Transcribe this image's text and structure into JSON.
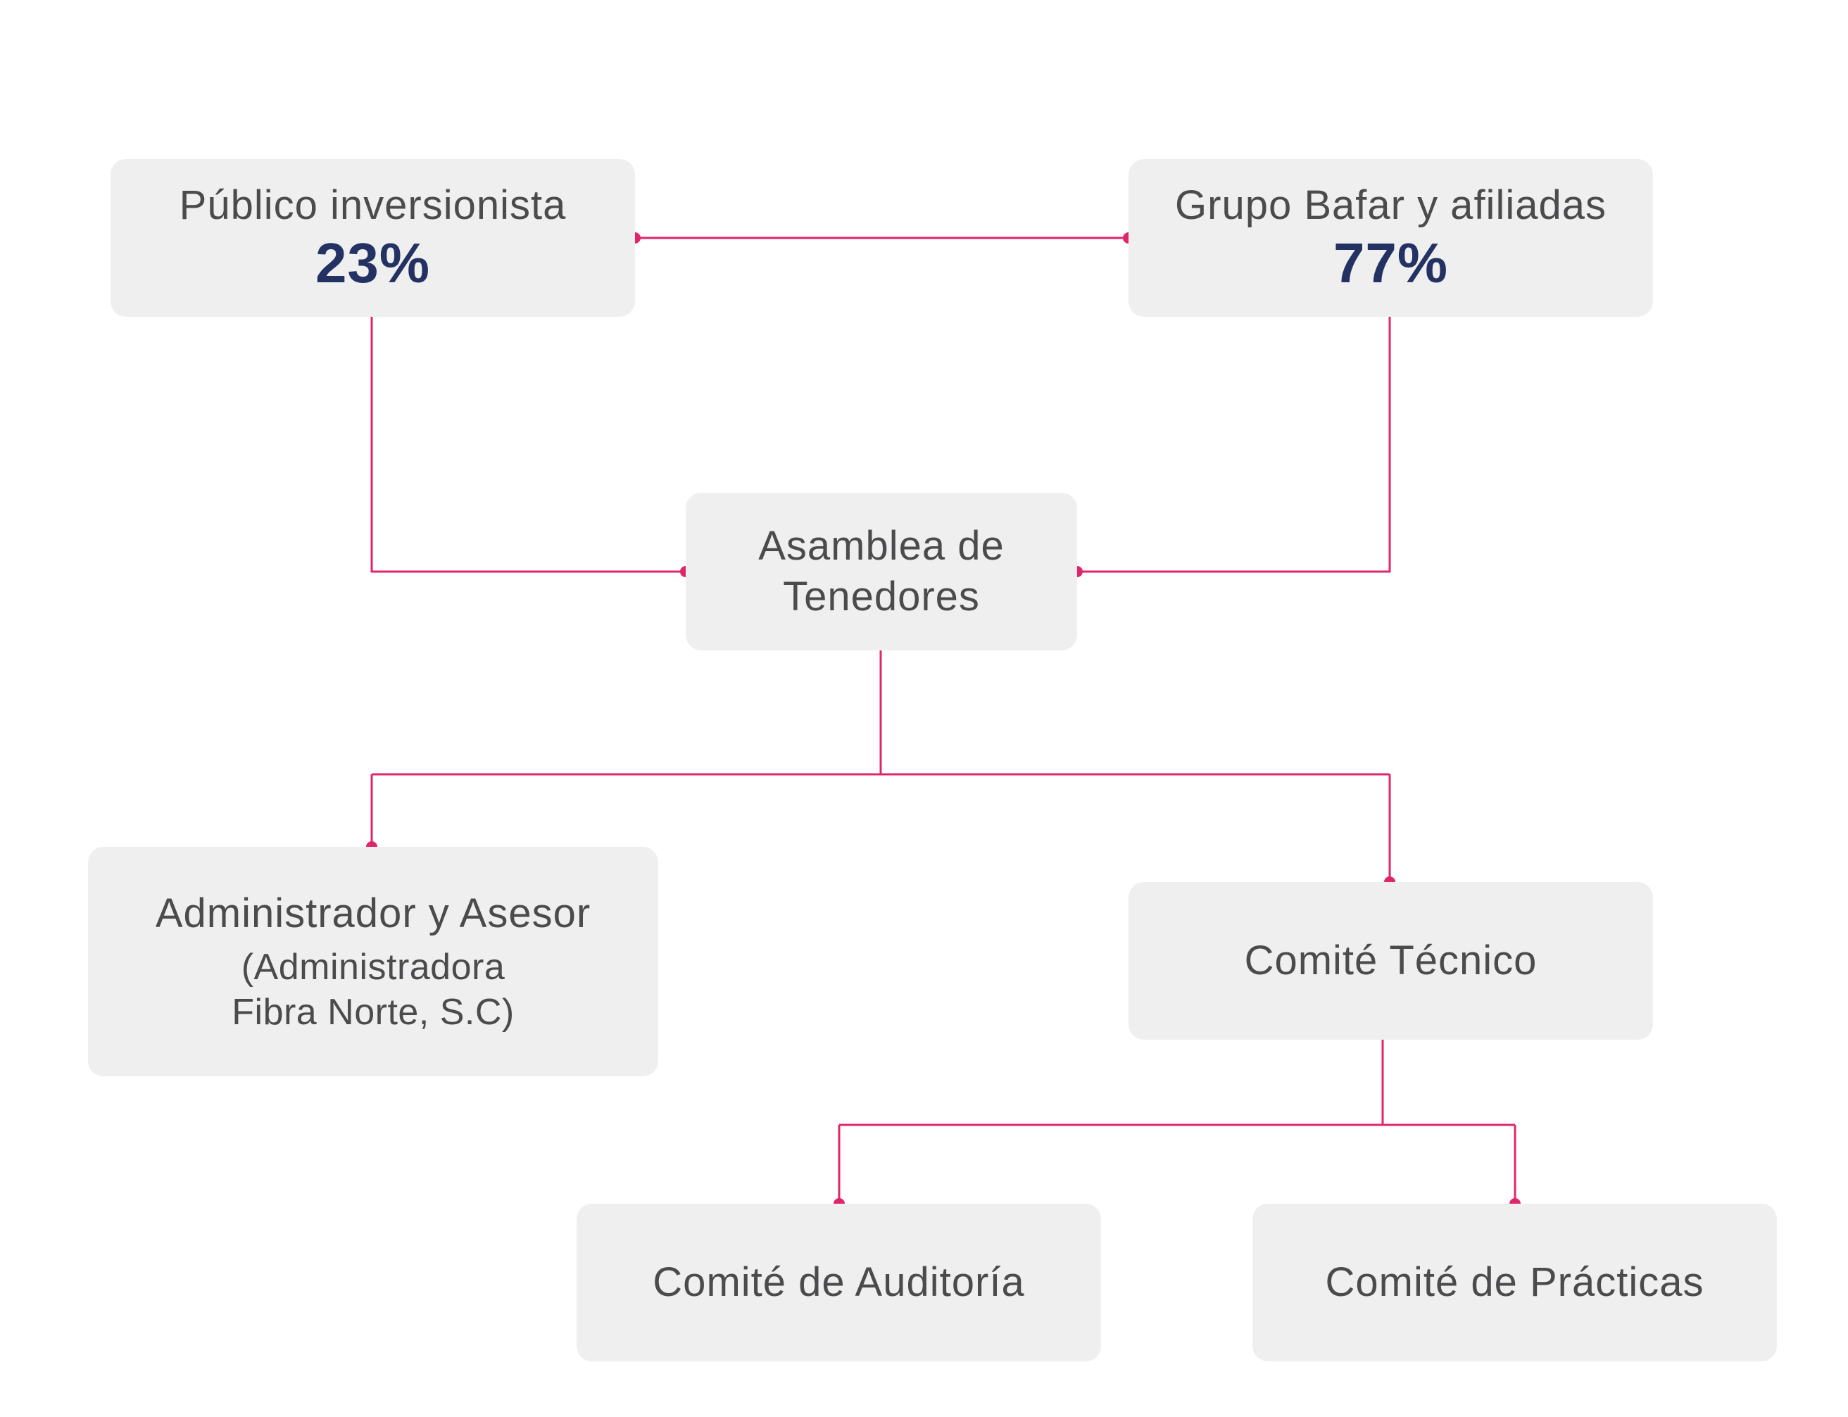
{
  "colors": {
    "box_fill": "#efefef",
    "text": "#4b4b4d",
    "percent_text": "#233262",
    "connector": "#e0266a"
  },
  "nodes": {
    "publico": {
      "label": "Público inversionista",
      "percent": "23%"
    },
    "bafar": {
      "label": "Grupo Bafar y afiliadas",
      "percent": "77%"
    },
    "asamblea": {
      "line1": "Asamblea de",
      "line2": "Tenedores"
    },
    "admin": {
      "label": "Administrador y Asesor",
      "sub1": "(Administradora",
      "sub2": "Fibra Norte, S.C)"
    },
    "tecnico": {
      "label": "Comité Técnico"
    },
    "auditoria": {
      "label": "Comité de Auditoría"
    },
    "practicas": {
      "label": "Comité de Prácticas"
    }
  }
}
